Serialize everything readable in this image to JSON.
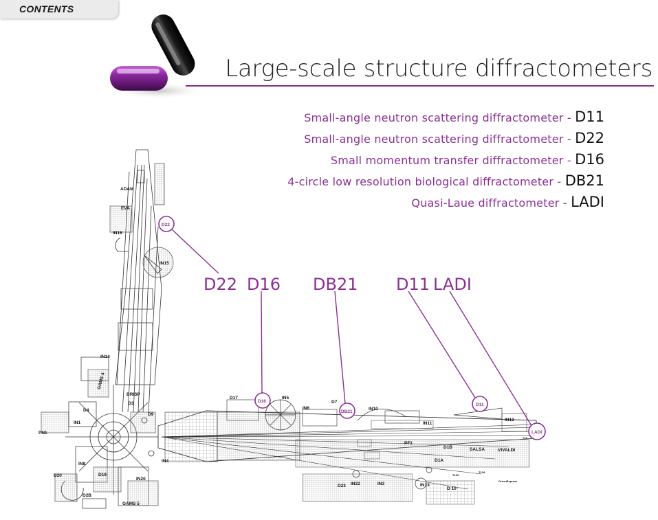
{
  "contents_tab": {
    "label": "CONTENTS"
  },
  "page_title": "Large-scale structure diffractometers",
  "instrument_list": [
    {
      "description": "Small-angle neutron scattering diffractometer - ",
      "code": "D11"
    },
    {
      "description": "Small-angle neutron scattering diffractometer - ",
      "code": "D22"
    },
    {
      "description": "Small momentum transfer diffractometer - ",
      "code": "D16"
    },
    {
      "description": "4-circle low resolution biological diffractometer - ",
      "code": "DB21"
    },
    {
      "description": "Quasi-Laue diffractometer - ",
      "code": "LADI"
    }
  ],
  "callouts": [
    "D22",
    "D16",
    "DB21",
    "D11",
    "LADI"
  ],
  "map": {
    "circled": [
      "D22",
      "D16",
      "DB21",
      "D11",
      "LADI"
    ],
    "labels": [
      "ADAM",
      "EVA",
      "IN16",
      "IN15",
      "IN14",
      "GAMS 4",
      "BRISP",
      "D3",
      "D9",
      "D4",
      "IN1",
      "PN1",
      "IN8",
      "D20",
      "D19",
      "D2B",
      "GAMS 5",
      "IN20",
      "IN4",
      "D17",
      "IN5",
      "IN6",
      "D7",
      "IN10",
      "IN11",
      "IN12",
      "PF1",
      "D1B",
      "D1A",
      "SALSA",
      "VIVALDI",
      "IN22",
      "D23",
      "IN3",
      "IN13",
      "D 10",
      "T13A",
      "T13C",
      "OrientExpress",
      "T16"
    ]
  },
  "colors": {
    "accent": "#8c2f94",
    "title_rule": "#8a2a8c",
    "capsule_black": "#111111",
    "capsule_purple": "#7a1d8c"
  }
}
